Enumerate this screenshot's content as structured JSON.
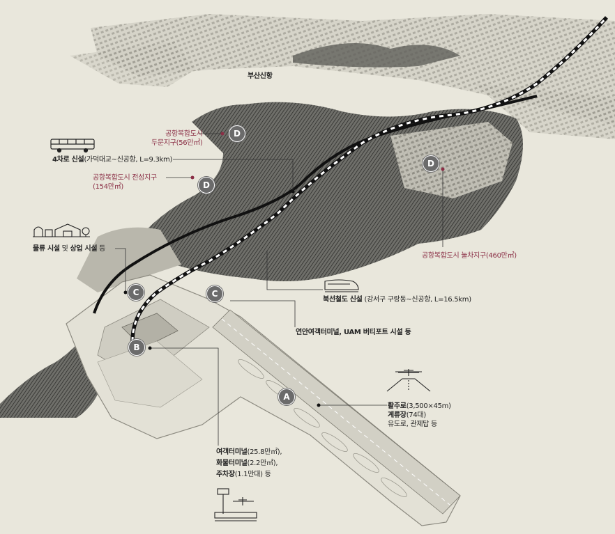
{
  "colors": {
    "background": "#e9e7dc",
    "accent": "#8a2e45",
    "ink": "#222222",
    "marker": "#6b6b6b"
  },
  "labels": {
    "busan_newport": "부산신항",
    "dumun": {
      "line1": "공항복합도시",
      "line2": "두문지구(56만㎡)"
    },
    "road": {
      "bold": "4차로 신설",
      "rest": "(가덕대교~신공항, L=9.3km)"
    },
    "jeonseong": {
      "line1": "공항복합도시 전성지구",
      "line2": "(154만㎡)"
    },
    "logistics": {
      "bold1": "물류 시설",
      "mid": " 및 ",
      "bold2": "상업 시설",
      "rest": " 등"
    },
    "nulcha": "공항복합도시 눌차지구(460만㎡)",
    "rail": {
      "bold": "북선철도 신설",
      "rest": " (강서구 구랑동~신공항, L=16.5km)"
    },
    "terminal_uam": "연안여객터미널, UAM 버티포트 시설 등",
    "runway": {
      "l1b": "활주로",
      "l1r": "(3,500×45m)",
      "l2b": "계류장",
      "l2r": "(74대)",
      "l3": "유도로, 관제탑 등"
    },
    "passenger": {
      "l1b": "여객터미널",
      "l1r": "(25.8만㎡),",
      "l2b": "화물터미널",
      "l2r": "(2.2만㎡),",
      "l3b": "주차장",
      "l3r": "(1.1만대) 등"
    }
  },
  "markers": {
    "d1": "D",
    "d2": "D",
    "d3": "D",
    "c1": "C",
    "c2": "C",
    "b": "B",
    "a": "A"
  },
  "icons": [
    "bus-icon",
    "warehouse-icon",
    "train-icon",
    "airplane-icon",
    "control-tower-icon"
  ]
}
